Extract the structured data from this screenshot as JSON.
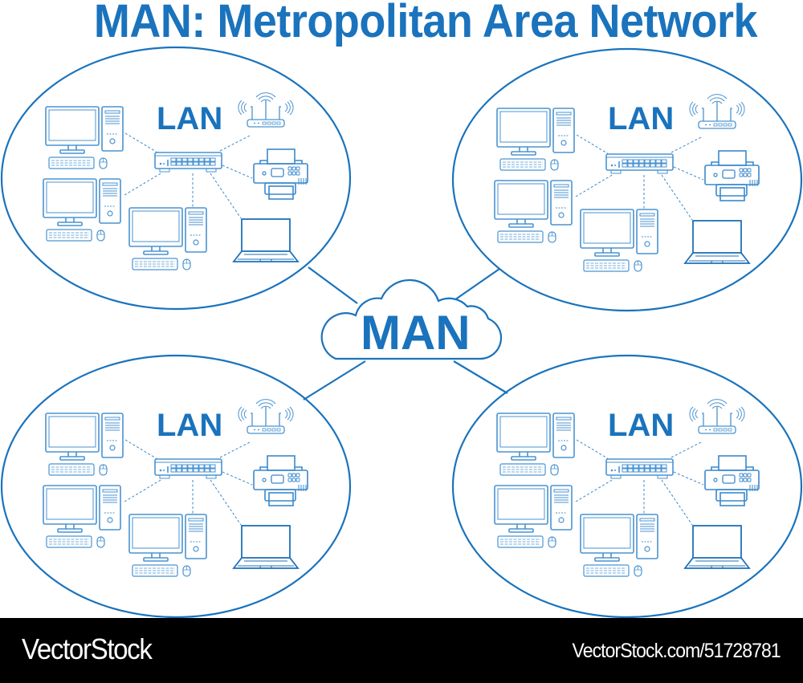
{
  "title": "MAN: Metropolitan Area Network",
  "colors": {
    "primary": "#1a73bc",
    "device_stroke": "#5b9fd6",
    "background": "#ffffff",
    "footer_background": "#000000",
    "footer_text": "#ffffff"
  },
  "center": {
    "label": "MAN",
    "icon": "cloud-icon"
  },
  "lans": [
    {
      "position": "top-left",
      "label": "LAN"
    },
    {
      "position": "top-right",
      "label": "LAN"
    },
    {
      "position": "bottom-left",
      "label": "LAN"
    },
    {
      "position": "bottom-right",
      "label": "LAN"
    }
  ],
  "lan_devices": [
    {
      "name": "desktop-computer-1",
      "icon": "desktop-computer-icon"
    },
    {
      "name": "desktop-computer-2",
      "icon": "desktop-computer-icon"
    },
    {
      "name": "desktop-computer-3",
      "icon": "desktop-computer-icon"
    },
    {
      "name": "network-switch",
      "icon": "switch-icon"
    },
    {
      "name": "wireless-router",
      "icon": "wifi-router-icon"
    },
    {
      "name": "printer",
      "icon": "printer-icon"
    },
    {
      "name": "laptop",
      "icon": "laptop-icon"
    }
  ],
  "footer": {
    "brand": "VectorStock",
    "reference": "VectorStock.com/51728781"
  }
}
